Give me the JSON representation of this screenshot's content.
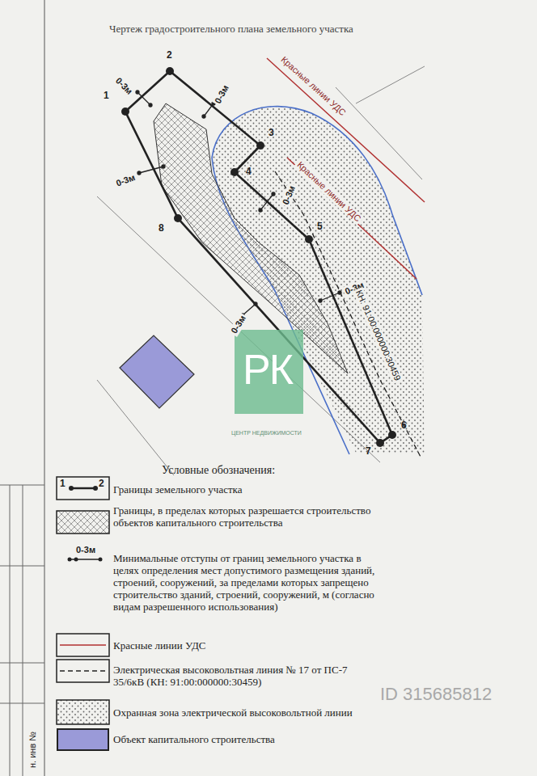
{
  "diagram": {
    "title": "Чертеж градостроительного плана земельного участка",
    "labels": [
      "1",
      "2",
      "3",
      "4",
      "5",
      "6",
      "7",
      "8",
      "0-3м",
      "0-3м",
      "0-3м",
      "0-3м",
      "0-3м",
      "0-3м",
      "Красные линии УДС",
      "Красные линии УДС",
      "КН: 91:00:000000:30459",
      "Условные обозначения:",
      "0-3м",
      "РК",
      "ЦЕНТР НЕДВИЖИМОСТИ",
      "ID 315685812",
      "н. инв №",
      "1",
      "2"
    ],
    "legend": [
      {
        "text": "Границы земельного участка"
      },
      {
        "text": "Границы, в пределах которых разрешается строительство объектов капитального строительства"
      },
      {
        "text": "Минимальные отступы от границ земельного участка в целях определения мест допустимого размещения зданий, строений, сооружений, за пределами которых запрещено строительство зданий, строений, сооружений, м (согласно видам разрешенного использования)"
      },
      {
        "text": "Красные линии УДС"
      },
      {
        "text": "Электрическая высоковольтная линия № 17 от ПС-7 35/6кВ (КН: 91:00:000000:30459)"
      },
      {
        "text": "Охранная зона электрической высоковольтной линии"
      },
      {
        "text": "Объект капитального строительства",
        "color": "#9a9ad8"
      }
    ]
  }
}
